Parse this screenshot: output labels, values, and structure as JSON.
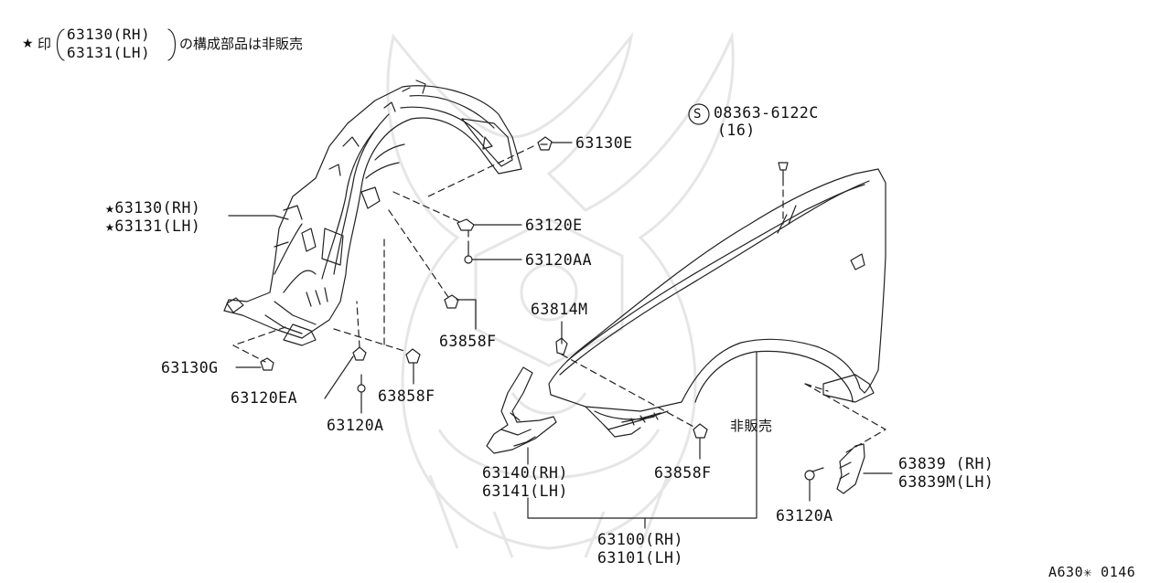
{
  "note": {
    "star": "★",
    "prefix": "印",
    "rh": "63130(RH)",
    "lh": "63131(LH)",
    "suffix": "の構成部品は非販売"
  },
  "labels": {
    "p63130E": "63130E",
    "p63120E": "63120E",
    "p63120AA": "63120AA",
    "p63130_rh": "★63130(RH)",
    "p63131_lh": "★63131(LH)",
    "p63858F_a": "63858F",
    "p63814M": "63814M",
    "p63130G": "63130G",
    "p63120EA": "63120EA",
    "p63858F_b": "63858F",
    "p63120A_a": "63120A",
    "not_sold": "非販売",
    "p63140_rh": "63140(RH)",
    "p63141_lh": "63141(LH)",
    "p63858F_c": "63858F",
    "p63839_rh": "63839 (RH)",
    "p63839M_lh": "63839M(LH)",
    "p63120A_b": "63120A",
    "p63100_rh": "63100(RH)",
    "p63101_lh": "63101(LH)",
    "screw_code": "08363-6122C",
    "screw_qty": "(16)",
    "screw_symbol": "S"
  },
  "figure_code": "A630✳ 0146"
}
